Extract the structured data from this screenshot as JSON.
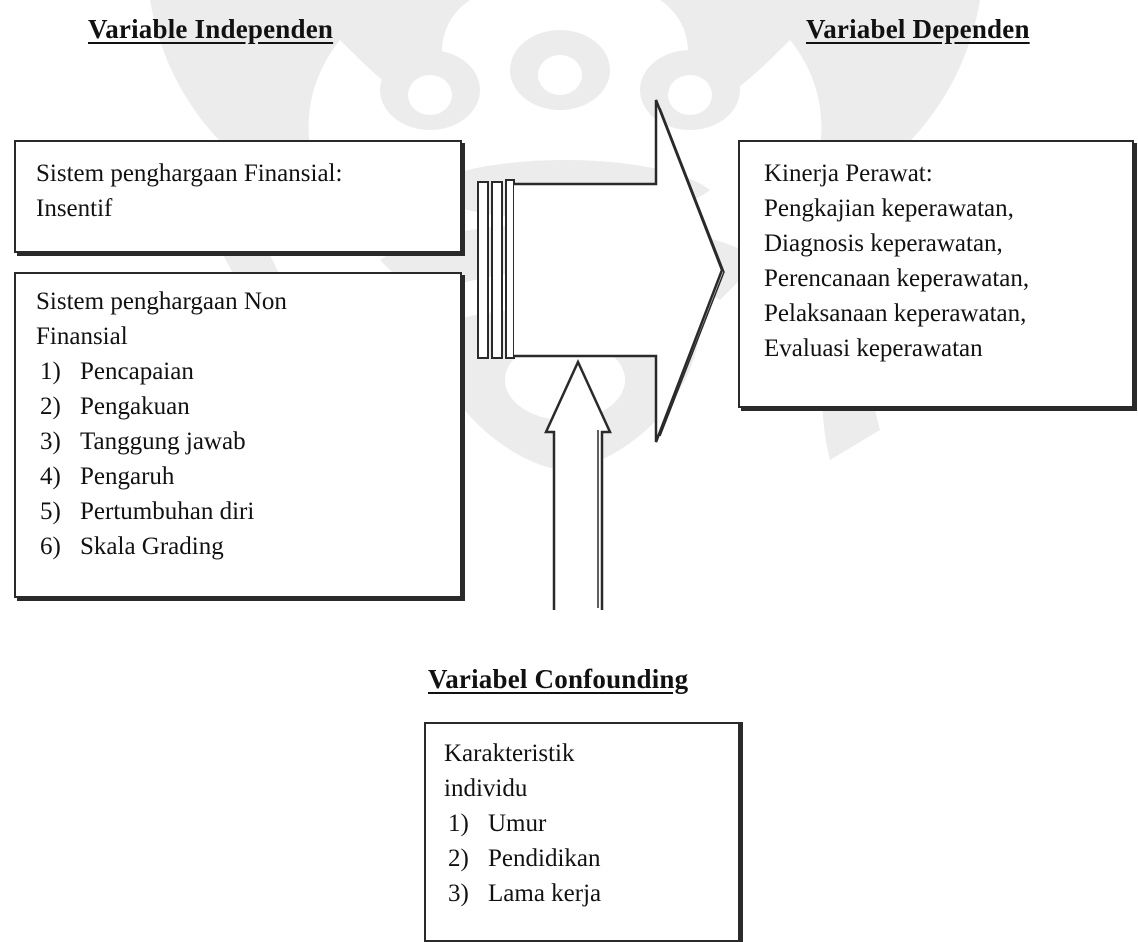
{
  "headings": {
    "independent": "Variable Independen",
    "dependent": "Variabel Dependen",
    "confounding": "Variabel Confounding"
  },
  "boxes": {
    "financial": {
      "lines": [
        "Sistem penghargaan Finansial:",
        "Insentif"
      ]
    },
    "nonfinancial": {
      "lines": [
        "Sistem penghargaan Non",
        "Finansial"
      ],
      "items": [
        {
          "num": "1)",
          "label": "Pencapaian"
        },
        {
          "num": "2)",
          "label": "Pengakuan"
        },
        {
          "num": "3)",
          "label": "Tanggung jawab"
        },
        {
          "num": "4)",
          "label": "Pengaruh"
        },
        {
          "num": "5)",
          "label": "Pertumbuhan diri"
        },
        {
          "num": "6)",
          "label": "Skala Grading"
        }
      ]
    },
    "dependent": {
      "lines": [
        "Kinerja  Perawat:",
        "Pengkajian keperawatan,",
        "Diagnosis keperawatan,",
        "Perencanaan keperawatan,",
        "Pelaksanaan keperawatan,",
        "Evaluasi keperawatan"
      ]
    },
    "confounding": {
      "lines": [
        "Karakteristik",
        "individu"
      ],
      "items": [
        {
          "num": "1)",
          "label": "Umur"
        },
        {
          "num": "2)",
          "label": "Pendidikan"
        },
        {
          "num": "3)",
          "label": "Lama kerja"
        }
      ]
    }
  },
  "colors": {
    "stroke": "#2a2a2a",
    "watermark": "#ececec"
  }
}
